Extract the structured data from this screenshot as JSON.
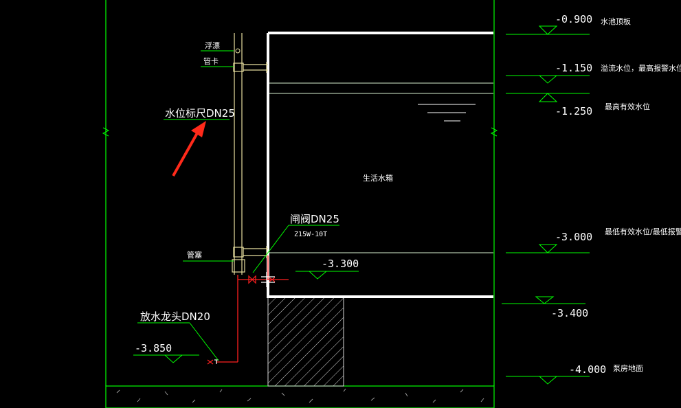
{
  "colors": {
    "background": "#000000",
    "wall": "#00ff00",
    "tank": "#ffffff",
    "pipe": "#e8e0a0",
    "drain": "#ff2020",
    "arrow": "#ff2a1a",
    "level_line": "#d8f0d0",
    "text": "#ffffff"
  },
  "elevations": {
    "e_0900": "-0.900",
    "e_1150": "-1.150",
    "e_1250": "-1.250",
    "e_3000": "-3.000",
    "e_3300": "-3.300",
    "e_3400": "-3.400",
    "e_3850": "-3.850",
    "e_4000": "-4.000"
  },
  "level_notes": {
    "pool_top": "水池顶板",
    "overflow": "溢流水位，最高报警水位",
    "max_valid": "最高有效水位",
    "min_valid": "最低有效水位/最低报警水位",
    "pump_floor": "泵房地面"
  },
  "tank_label": "生活水箱",
  "callouts": {
    "float": "浮漂",
    "clamp": "管卡",
    "gauge": "水位标尺DN25",
    "flange": "管塞",
    "gate_valve": "闸阀DN25",
    "valve_model": "Z15W-10T",
    "drain_tap": "放水龙头DN20"
  },
  "icons": {
    "pointer": "arrow-icon",
    "break": "break-mark-icon",
    "level_symbol": "elevation-triangle-icon",
    "valve": "valve-icon"
  }
}
